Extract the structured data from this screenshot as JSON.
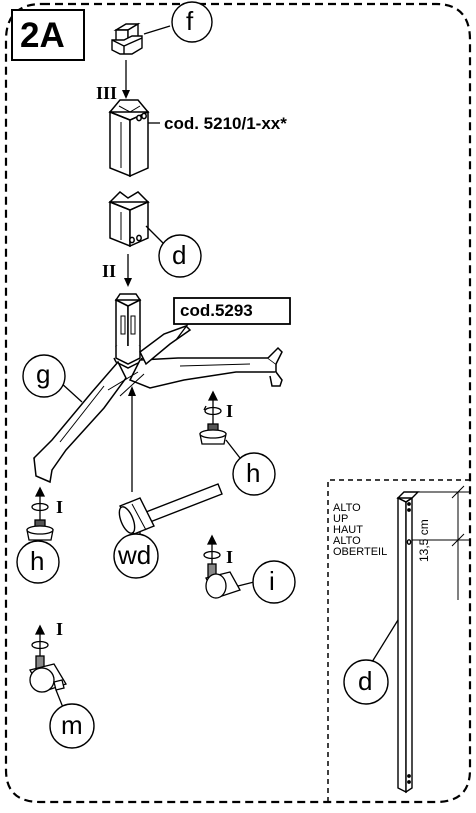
{
  "step_badge": "2A",
  "codes": {
    "upright": "cod. 5210/1-xx*",
    "base": "cod.5293"
  },
  "step_numerals": {
    "three": "III",
    "two": "II",
    "one": "I"
  },
  "part_labels": {
    "f": "f",
    "d": "d",
    "g": "g",
    "h": "h",
    "wd": "wd",
    "i": "i",
    "m": "m"
  },
  "side_panel": {
    "height_lines": [
      "ALTO",
      "UP",
      "HAUT",
      "ALTO",
      "OBERTEIL"
    ],
    "measure": "13,5 cm",
    "part": "d"
  }
}
